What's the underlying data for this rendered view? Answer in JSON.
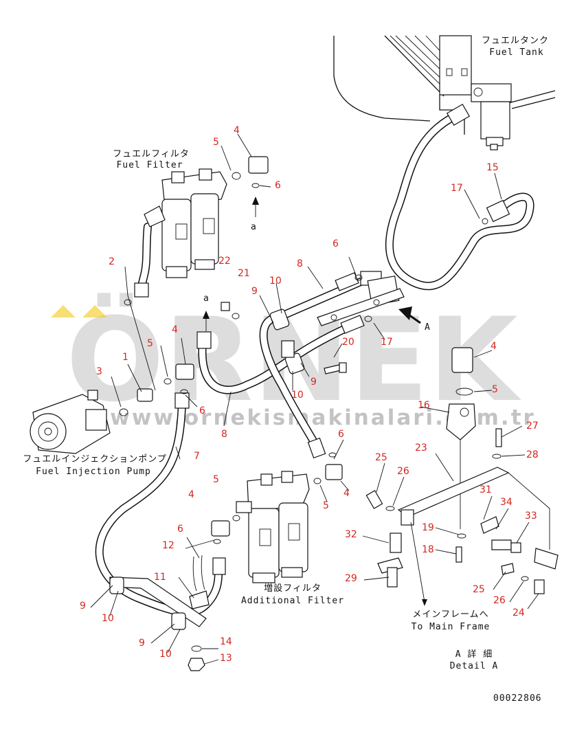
{
  "labels": {
    "fuel_tank_jp": "フュエルタンク",
    "fuel_tank_en": "Fuel Tank",
    "fuel_filter_jp": "フュエルフィルタ",
    "fuel_filter_en": "Fuel Filter",
    "injection_pump_jp": "フュエルインジェクションポンプ",
    "injection_pump_en": "Fuel Injection Pump",
    "additional_filter_jp": "増設フィルタ",
    "additional_filter_en": "Additional Filter",
    "main_frame_jp": "メインフレームへ",
    "main_frame_en": "To Main Frame",
    "detail_jp": "A 詳 細",
    "detail_en": "Detail A",
    "view_a": "A",
    "ref_a1": "a",
    "ref_a2": "a",
    "drawing_no": "00022806"
  },
  "watermark": {
    "brand": "ÖRNEK",
    "url": "www.ornekismakinalari.com.tr",
    "color": "#c9c9c9",
    "accent": "#f2c200"
  },
  "callouts": [
    {
      "id": "c1",
      "text": "1"
    },
    {
      "id": "c2",
      "text": "2"
    },
    {
      "id": "c3",
      "text": "3"
    },
    {
      "id": "c4a",
      "text": "4"
    },
    {
      "id": "c4b",
      "text": "4"
    },
    {
      "id": "c4c",
      "text": "4"
    },
    {
      "id": "c4d",
      "text": "4"
    },
    {
      "id": "c4e",
      "text": "4"
    },
    {
      "id": "c5a",
      "text": "5"
    },
    {
      "id": "c5b",
      "text": "5"
    },
    {
      "id": "c5c",
      "text": "5"
    },
    {
      "id": "c5d",
      "text": "5"
    },
    {
      "id": "c5e",
      "text": "5"
    },
    {
      "id": "c6a",
      "text": "6"
    },
    {
      "id": "c6b",
      "text": "6"
    },
    {
      "id": "c6c",
      "text": "6"
    },
    {
      "id": "c6d",
      "text": "6"
    },
    {
      "id": "c6e",
      "text": "6"
    },
    {
      "id": "c7",
      "text": "7"
    },
    {
      "id": "c8a",
      "text": "8"
    },
    {
      "id": "c8b",
      "text": "8"
    },
    {
      "id": "c9a",
      "text": "9"
    },
    {
      "id": "c9b",
      "text": "9"
    },
    {
      "id": "c9c",
      "text": "9"
    },
    {
      "id": "c9d",
      "text": "9"
    },
    {
      "id": "c10a",
      "text": "10"
    },
    {
      "id": "c10b",
      "text": "10"
    },
    {
      "id": "c10c",
      "text": "10"
    },
    {
      "id": "c10d",
      "text": "10"
    },
    {
      "id": "c11",
      "text": "11"
    },
    {
      "id": "c12",
      "text": "12"
    },
    {
      "id": "c13",
      "text": "13"
    },
    {
      "id": "c14",
      "text": "14"
    },
    {
      "id": "c15",
      "text": "15"
    },
    {
      "id": "c16",
      "text": "16"
    },
    {
      "id": "c17a",
      "text": "17"
    },
    {
      "id": "c17b",
      "text": "17"
    },
    {
      "id": "c18",
      "text": "18"
    },
    {
      "id": "c19",
      "text": "19"
    },
    {
      "id": "c20",
      "text": "20"
    },
    {
      "id": "c21",
      "text": "21"
    },
    {
      "id": "c22",
      "text": "22"
    },
    {
      "id": "c23",
      "text": "23"
    },
    {
      "id": "c24",
      "text": "24"
    },
    {
      "id": "c25a",
      "text": "25"
    },
    {
      "id": "c25b",
      "text": "25"
    },
    {
      "id": "c26a",
      "text": "26"
    },
    {
      "id": "c26b",
      "text": "26"
    },
    {
      "id": "c27",
      "text": "27"
    },
    {
      "id": "c28",
      "text": "28"
    },
    {
      "id": "c29",
      "text": "29"
    },
    {
      "id": "c31",
      "text": "31"
    },
    {
      "id": "c32",
      "text": "32"
    },
    {
      "id": "c33",
      "text": "33"
    },
    {
      "id": "c34",
      "text": "34"
    }
  ]
}
